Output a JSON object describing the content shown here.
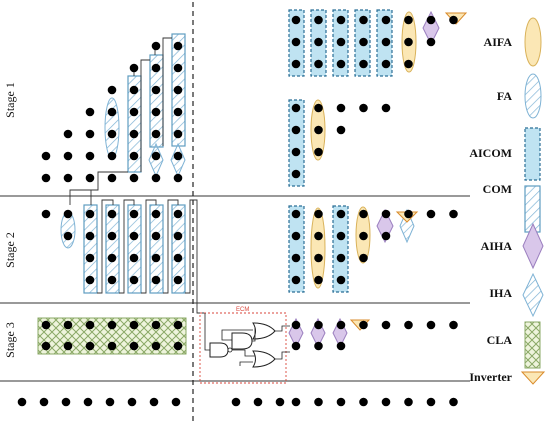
{
  "stages": [
    "Stage 1",
    "Stage 2",
    "Stage 3"
  ],
  "ecm_label": "ECM",
  "legend": [
    {
      "label": "AIFA",
      "shape": "ellipse",
      "fill": "#fbe7b5",
      "stroke": "#d9b25a"
    },
    {
      "label": "FA",
      "shape": "ellipse-hatched",
      "fill": "#ffffff",
      "stroke": "#7fb3d5"
    },
    {
      "label": "AICOM",
      "shape": "rect-dashed",
      "fill": "#bfe3f2",
      "stroke": "#2b6f96"
    },
    {
      "label": "COM",
      "shape": "rect-hatched",
      "fill": "#ffffff",
      "stroke": "#5f9cc0"
    },
    {
      "label": "AIHA",
      "shape": "diamond",
      "fill": "#d9c7ea",
      "stroke": "#9b7fbf"
    },
    {
      "label": "IHA",
      "shape": "diamond-hatched",
      "fill": "#ffffff",
      "stroke": "#7fb3d5"
    },
    {
      "label": "CLA",
      "shape": "rect-crosshatched",
      "fill": "#eef4dc",
      "stroke": "#8aa866"
    },
    {
      "label": "Inverter",
      "shape": "triangle",
      "fill": "#fbe7b5",
      "stroke": "#d98b2b"
    }
  ],
  "colors": {
    "dot": "#000000",
    "aifa_fill": "#fbe7b5",
    "aicom_fill": "#bfe3f2",
    "aiha_fill": "#d9c7ea",
    "cla_fill": "#eef4dc",
    "ecm_border": "#d9463b"
  }
}
